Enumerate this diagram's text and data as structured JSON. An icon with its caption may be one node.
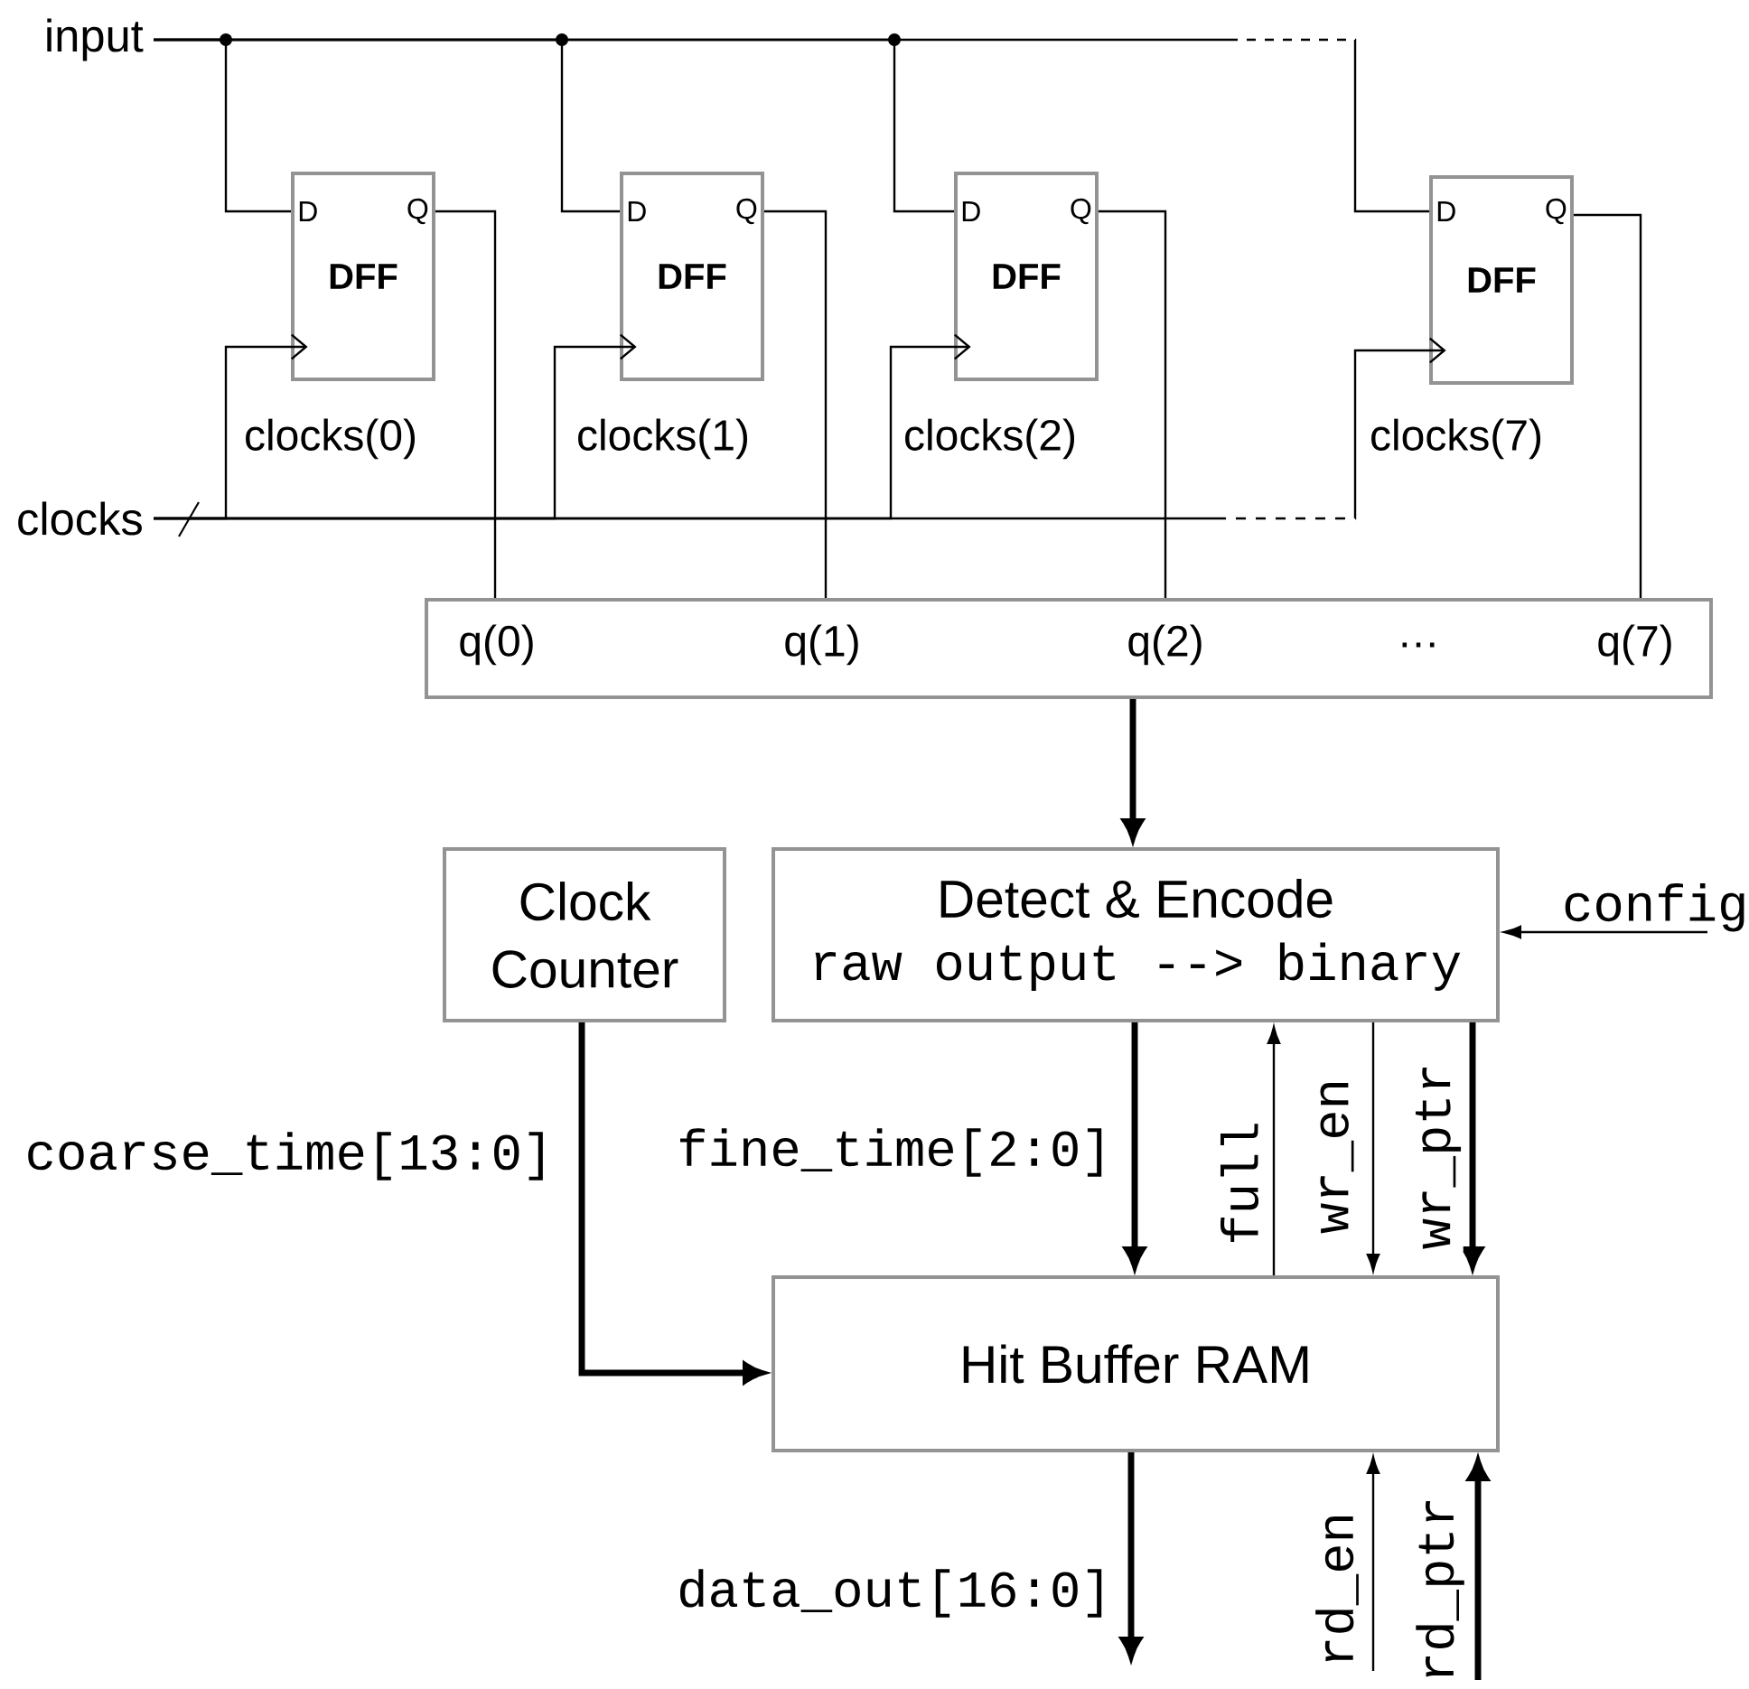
{
  "diagram": {
    "nodes": [
      {
        "text": [
          "input"
        ]
      },
      {
        "text": [
          "clocks"
        ]
      },
      {
        "text": [
          "D",
          "Q",
          "DFF"
        ],
        "beside": [
          "clocks(0)"
        ]
      },
      {
        "text": [
          "D",
          "Q",
          "DFF"
        ],
        "beside": [
          "clocks(1)"
        ]
      },
      {
        "text": [
          "D",
          "Q",
          "DFF"
        ],
        "beside": [
          "clocks(2)"
        ]
      },
      {
        "text": [
          "D",
          "Q",
          "DFF"
        ],
        "beside": [
          "clocks(7)"
        ]
      },
      {
        "text": [
          "q(0)",
          "q(1)",
          "q(2)",
          "…",
          "q(7)"
        ]
      },
      {
        "text": [
          "Clock Counter"
        ]
      },
      {
        "text": [
          "Detect & Encode",
          "raw output --> binary"
        ]
      },
      {
        "text": [
          "Hit Buffer RAM"
        ]
      },
      {
        "text": [
          "config"
        ]
      }
    ],
    "edges": [
      {
        "from": 0,
        "to": 2,
        "arrow": "none"
      },
      {
        "from": 0,
        "to": 3,
        "arrow": "none"
      },
      {
        "from": 0,
        "to": 4,
        "arrow": "none"
      },
      {
        "from": 0,
        "to": 5,
        "arrow": "none",
        "style": "dashed"
      },
      {
        "from": 1,
        "to": 2,
        "arrow": "to"
      },
      {
        "from": 1,
        "to": 3,
        "arrow": "to"
      },
      {
        "from": 1,
        "to": 4,
        "arrow": "to"
      },
      {
        "from": 1,
        "to": 5,
        "arrow": "to",
        "style": "dashed"
      },
      {
        "from": 2,
        "to": 6,
        "arrow": "none"
      },
      {
        "from": 3,
        "to": 6,
        "arrow": "none"
      },
      {
        "from": 4,
        "to": 6,
        "arrow": "none"
      },
      {
        "from": 5,
        "to": 6,
        "arrow": "none"
      },
      {
        "from": 6,
        "to": 8,
        "arrow": "to",
        "style": "thick"
      },
      {
        "from": 10,
        "to": 8,
        "arrow": "to"
      },
      {
        "from": 7,
        "to": 9,
        "arrow": "to",
        "style": "thick",
        "label": "coarse_time[13:0]"
      },
      {
        "from": 8,
        "to": 9,
        "arrow": "to",
        "style": "thick",
        "label": "fine_time[2:0]"
      },
      {
        "from": 9,
        "to": 8,
        "arrow": "to",
        "label": "full"
      },
      {
        "from": 8,
        "to": 9,
        "arrow": "to",
        "label": "wr_en"
      },
      {
        "from": 8,
        "to": 9,
        "arrow": "to",
        "style": "thick",
        "label": "wr_ptr"
      },
      {
        "from": 9,
        "to": null,
        "arrow": "to",
        "style": "thick",
        "label": "data_out[16:0]"
      },
      {
        "from": null,
        "to": 9,
        "arrow": "to",
        "label": "rd_en"
      },
      {
        "from": null,
        "to": 9,
        "arrow": "to",
        "style": "thick",
        "label": "rd_ptr"
      }
    ]
  }
}
